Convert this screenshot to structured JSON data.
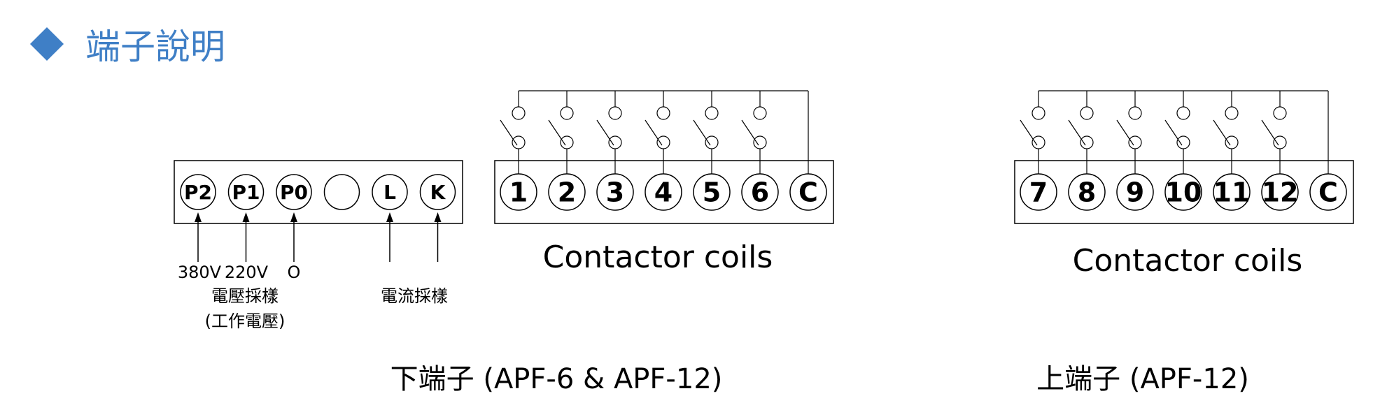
{
  "title": "端子說明",
  "colors": {
    "accent": "#3f7fc6"
  },
  "panel_bottom": {
    "terminals": [
      "P2",
      "P1",
      "P0",
      "",
      "L",
      "K"
    ],
    "voltage_labels": [
      "380V",
      "220V",
      "O"
    ],
    "voltage_caption_line1": "電壓採樣",
    "voltage_caption_line2": "(工作電壓)",
    "current_caption": "電流採樣"
  },
  "panel_contactor_lower": {
    "terminals": [
      "1",
      "2",
      "3",
      "4",
      "5",
      "6",
      "C"
    ],
    "caption": "Contactor coils"
  },
  "panel_contactor_upper": {
    "terminals": [
      "7",
      "8",
      "9",
      "10",
      "11",
      "12",
      "C"
    ],
    "caption": "Contactor coils"
  },
  "caption_lower": "下端子  (APF-6 & APF-12)",
  "caption_upper": "上端子  (APF-12)"
}
